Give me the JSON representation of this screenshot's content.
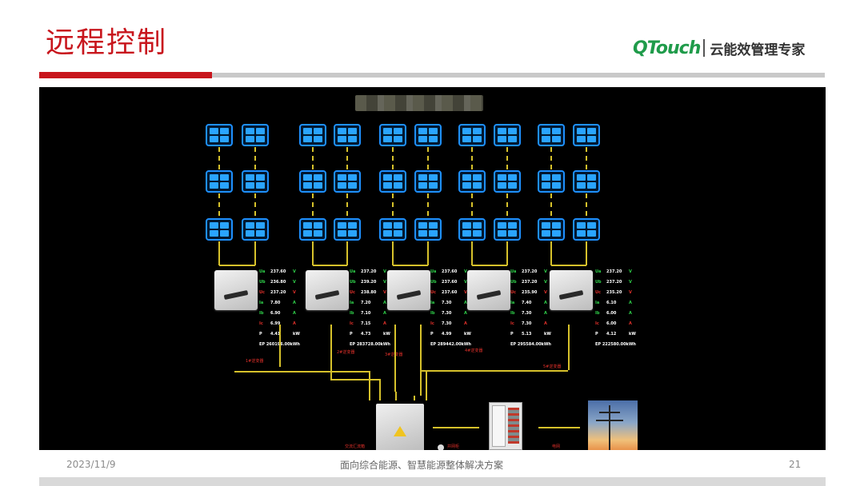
{
  "slide": {
    "title": "远程控制",
    "logo_mark": "QTouch",
    "logo_tagline": "云能效管理专家"
  },
  "monitor": {
    "inverters": [
      {
        "ua": "237.60",
        "ub": "236.80",
        "uc": "237.20",
        "ia": "7.80",
        "ib": "6.90",
        "ic": "6.99",
        "p": "4.41",
        "ep": "260196.00"
      },
      {
        "ua": "237.20",
        "ub": "239.20",
        "uc": "238.80",
        "ia": "7.20",
        "ib": "7.10",
        "ic": "7.15",
        "p": "4.73",
        "ep": "283728.00"
      },
      {
        "ua": "237.60",
        "ub": "237.60",
        "uc": "237.60",
        "ia": "7.30",
        "ib": "7.30",
        "ic": "7.30",
        "p": "4.99",
        "ep": "289442.00"
      },
      {
        "ua": "237.20",
        "ub": "237.20",
        "uc": "235.90",
        "ia": "7.40",
        "ib": "7.30",
        "ic": "7.30",
        "p": "5.13",
        "ep": "295584.00"
      },
      {
        "ua": "237.20",
        "ub": "237.20",
        "uc": "235.20",
        "ia": "6.10",
        "ib": "6.00",
        "ic": "6.00",
        "p": "4.12",
        "ep": "222580.00"
      }
    ],
    "labels": {
      "ua": "Ua",
      "ub": "Ub",
      "uc": "Uc",
      "ia": "Ia",
      "ib": "Ib",
      "ic": "Ic",
      "p": "P",
      "ep": "EP"
    },
    "units": {
      "v": "V",
      "a": "A",
      "kw": "kW",
      "kwh": "kWh"
    },
    "string_labels": [
      "1#逆变器",
      "2#逆变器",
      "3#逆变器",
      "4#逆变器",
      "5#逆变器"
    ],
    "equipment_labels": {
      "combiner": "交流汇流箱",
      "cabinet": "并网柜",
      "grid": "电网"
    },
    "colors": {
      "voltage": "#2fd14a",
      "c_phase": "#e0302a",
      "panel": "#1e90ff",
      "wire": "#d6c12b"
    }
  },
  "footer": {
    "date": "2023/11/9",
    "center": "面向综合能源、智慧能源整体解决方案",
    "page": "21"
  }
}
